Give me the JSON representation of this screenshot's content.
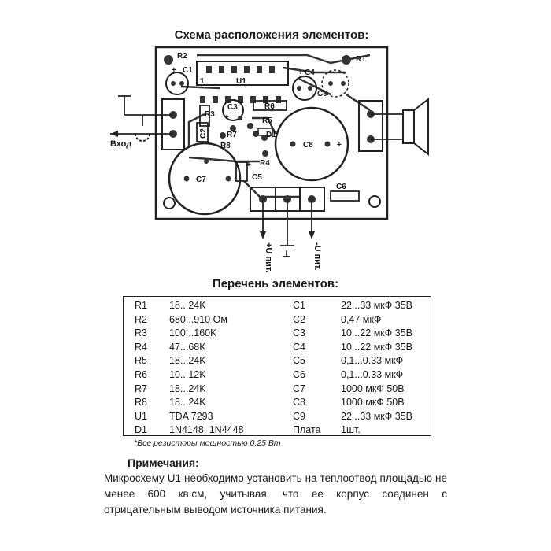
{
  "layout_title": "Схема расположения элементов:",
  "components_title": "Перечень элементов:",
  "board": {
    "labels": {
      "r1": "R1",
      "r2": "R2",
      "r3": "R3",
      "r4": "R4",
      "r5": "R5",
      "r6": "R6",
      "r7": "R7",
      "r8": "R8",
      "c1": "C1",
      "c2": "C2",
      "c3": "C3",
      "c4": "C4",
      "c5": "C5",
      "c6": "C6",
      "c7": "C7",
      "c8": "C8",
      "c9": "C9",
      "u1": "U1",
      "d1": "D1",
      "pin1": "1",
      "plus_c1": "+",
      "plus_c4": "+",
      "plus_c3": "+",
      "plus_c5": "+",
      "plus_c7": "+",
      "plus_c8": "+"
    },
    "input_label": "Вход",
    "supply_pos": "+U пит.",
    "supply_neg": "-U пит.",
    "ground_symbol": "⊥"
  },
  "parts_left": [
    {
      "ref": "R1",
      "value": "18...24K"
    },
    {
      "ref": "R2",
      "value": "680...910 Ом"
    },
    {
      "ref": "R3",
      "value": "100...160K"
    },
    {
      "ref": "R4",
      "value": "47...68K"
    },
    {
      "ref": "R5",
      "value": "18...24K"
    },
    {
      "ref": "R6",
      "value": "10...12K"
    },
    {
      "ref": "R7",
      "value": "18...24K"
    },
    {
      "ref": "R8",
      "value": "18...24K"
    },
    {
      "ref": "U1",
      "value": "TDA 7293"
    },
    {
      "ref": "D1",
      "value": "1N4148, 1N4448"
    }
  ],
  "parts_right": [
    {
      "ref": "C1",
      "value": "22...33 мкФ 35В"
    },
    {
      "ref": "C2",
      "value": "0,47 мкФ"
    },
    {
      "ref": "C3",
      "value": "10...22 мкФ 35В"
    },
    {
      "ref": "C4",
      "value": "10...22 мкФ 35В"
    },
    {
      "ref": "C5",
      "value": "0,1...0.33 мкФ"
    },
    {
      "ref": "C6",
      "value": "0,1...0.33 мкФ"
    },
    {
      "ref": "C7",
      "value": "1000 мкФ 50В"
    },
    {
      "ref": "C8",
      "value": "1000 мкФ 50В"
    },
    {
      "ref": "C9",
      "value": "22...33 мкФ 35В"
    },
    {
      "ref": "Плата",
      "value": "1шт."
    }
  ],
  "footnote": "*Все резисторы мощностью 0,25 Вт",
  "notes_title": "Примечания:",
  "notes_text": "Микросхему U1 необходимо установить на теплоотвод площадью не менее 600 кв.см, учитывая, что ее корпус соединен с отрицательным выводом источника питания."
}
